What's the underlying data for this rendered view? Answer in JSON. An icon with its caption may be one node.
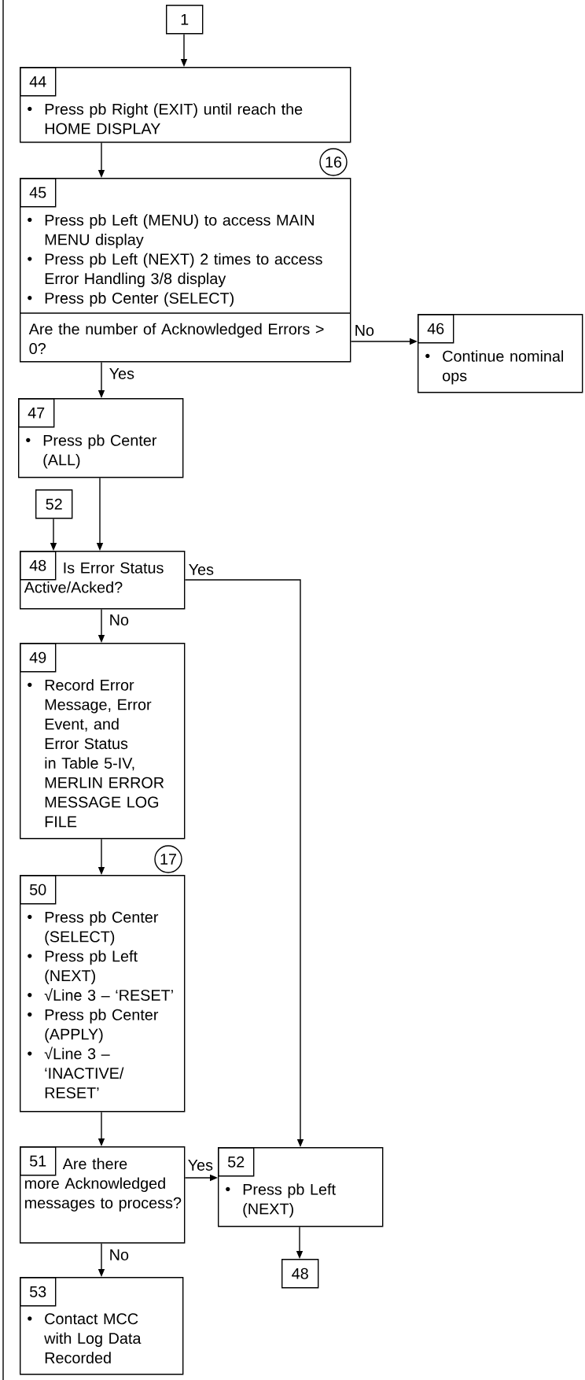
{
  "diagram": {
    "nodes": [
      {
        "text": [
          "1"
        ]
      },
      {
        "text": [
          "44",
          "Press pb Right (EXIT) until reach the HOME DISPLAY"
        ]
      },
      {
        "text": [
          "16"
        ]
      },
      {
        "text": [
          "45",
          "Press pb Left (MENU) to access MAIN MENU display",
          "Press pb Left (NEXT) 2 times to access Error Handling 3/8 display",
          "Press pb Center (SELECT)",
          "Are the number of Acknowledged Errors > 0?"
        ]
      },
      {
        "text": [
          "46",
          "Continue nominal ops"
        ]
      },
      {
        "text": [
          "47",
          "Press pb Center (ALL)"
        ]
      },
      {
        "text": [
          "52"
        ]
      },
      {
        "text": [
          "48",
          "Is Error Status Active/Acked?"
        ]
      },
      {
        "text": [
          "49",
          "Record Error Message, Error Event, and Error Status in Table 5-IV, MERLIN ERROR MESSAGE LOG FILE"
        ]
      },
      {
        "text": [
          "17"
        ]
      },
      {
        "text": [
          "50",
          "Press pb Center (SELECT)",
          "Press pb Left (NEXT)",
          "√Line 3 – ‘RESET’",
          "Press pb Center (APPLY)",
          "√Line 3 – ‘INACTIVE/ RESET’"
        ]
      },
      {
        "text": [
          "51",
          "Are there more Acknowledged messages to process?"
        ]
      },
      {
        "text": [
          "52",
          "Press pb Left (NEXT)"
        ]
      },
      {
        "text": [
          "48"
        ]
      },
      {
        "text": [
          "53",
          "Contact MCC with Log Data Recorded"
        ]
      }
    ],
    "edges": [
      {
        "from": 0,
        "to": 1,
        "arrow": "to"
      },
      {
        "from": 1,
        "to": 3,
        "arrow": "to"
      },
      {
        "from": 3,
        "to": 4,
        "arrow": "to",
        "label": "No"
      },
      {
        "from": 3,
        "to": 5,
        "arrow": "to",
        "label": "Yes"
      },
      {
        "from": 5,
        "to": 7,
        "arrow": "to"
      },
      {
        "from": 6,
        "to": 7,
        "arrow": "to"
      },
      {
        "from": 7,
        "to": 12,
        "arrow": "to",
        "label": "Yes"
      },
      {
        "from": 7,
        "to": 8,
        "arrow": "to",
        "label": "No"
      },
      {
        "from": 8,
        "to": 10,
        "arrow": "to"
      },
      {
        "from": 10,
        "to": 11,
        "arrow": "to"
      },
      {
        "from": 11,
        "to": 12,
        "arrow": "to",
        "label": "Yes"
      },
      {
        "from": 11,
        "to": 14,
        "arrow": "to",
        "label": "No"
      },
      {
        "from": 12,
        "to": 13,
        "arrow": "to"
      }
    ]
  }
}
